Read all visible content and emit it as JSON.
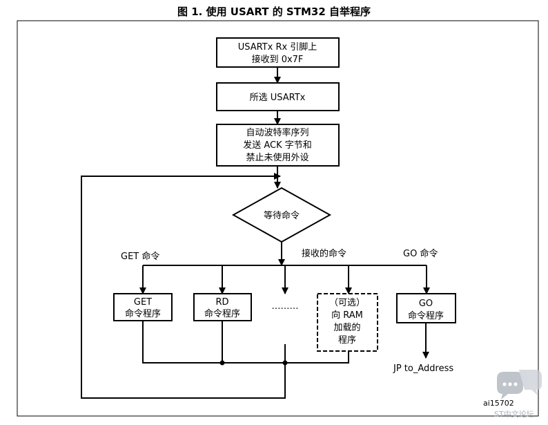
{
  "figure": {
    "title": "图 1. 使用 USART 的 STM32 自举程序",
    "figure_id": "ai15702"
  },
  "nodes": {
    "rx_pin": [
      "USARTx Rx 引脚上",
      "接收到 0x7F"
    ],
    "select_usart": [
      "所选 USARTx"
    ],
    "autobaud": [
      "自动波特率序列",
      "发送 ACK 字节和",
      "禁止未使用外设"
    ],
    "wait_cmd": [
      "等待命令"
    ],
    "get_routine": [
      "GET",
      "命令程序"
    ],
    "rd_routine": [
      "RD",
      "命令程序"
    ],
    "dots": "………",
    "ram_routine": [
      "（可选）",
      "向 RAM",
      "加载的",
      "程序"
    ],
    "go_routine": [
      "GO",
      "命令程序"
    ]
  },
  "labels": {
    "get_cmd": "GET 命令",
    "received_cmd": "接收的命令",
    "go_cmd": "GO 命令",
    "jump": "JP to_Address"
  },
  "watermark": {
    "text": "ST中文论坛",
    "icon": "chat-bubble-icon"
  },
  "colors": {
    "line": "#000000",
    "watermark": "#a9b1b9"
  }
}
